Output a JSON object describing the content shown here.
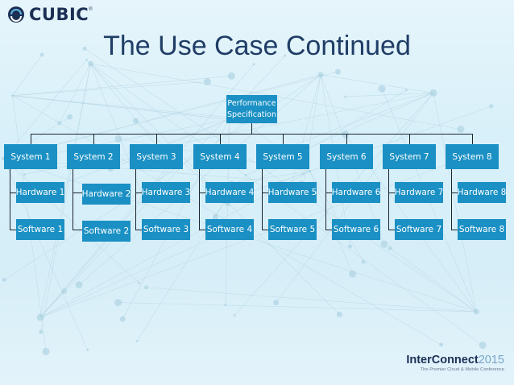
{
  "logo": {
    "name": "CUBIC",
    "tm": "®",
    "icon": "cubic-globe-icon"
  },
  "title": "The Use Case Continued",
  "diagram": {
    "root": "Performance Specification",
    "systems": [
      {
        "name": "System 1",
        "hardware": "Hardware 1",
        "software": "Software 1"
      },
      {
        "name": "System 2",
        "hardware": "Hardware 2",
        "software": "Software 2"
      },
      {
        "name": "System 3",
        "hardware": "Hardware 3",
        "software": "Software 3"
      },
      {
        "name": "System 4",
        "hardware": "Hardware 4",
        "software": "Software 4"
      },
      {
        "name": "System 5",
        "hardware": "Hardware 5",
        "software": "Software 5"
      },
      {
        "name": "System 6",
        "hardware": "Hardware 6",
        "software": "Software 6"
      },
      {
        "name": "System 7",
        "hardware": "Hardware 7",
        "software": "Software 7"
      },
      {
        "name": "System 8",
        "hardware": "Hardware 8",
        "software": "Software 8"
      }
    ]
  },
  "footer": {
    "brand": "InterConnect",
    "year": "2015",
    "tagline": "The Premier Cloud & Mobile Conference"
  },
  "colors": {
    "node": "#1a90c4",
    "title": "#1f3d66",
    "connector": "#1b2530"
  }
}
